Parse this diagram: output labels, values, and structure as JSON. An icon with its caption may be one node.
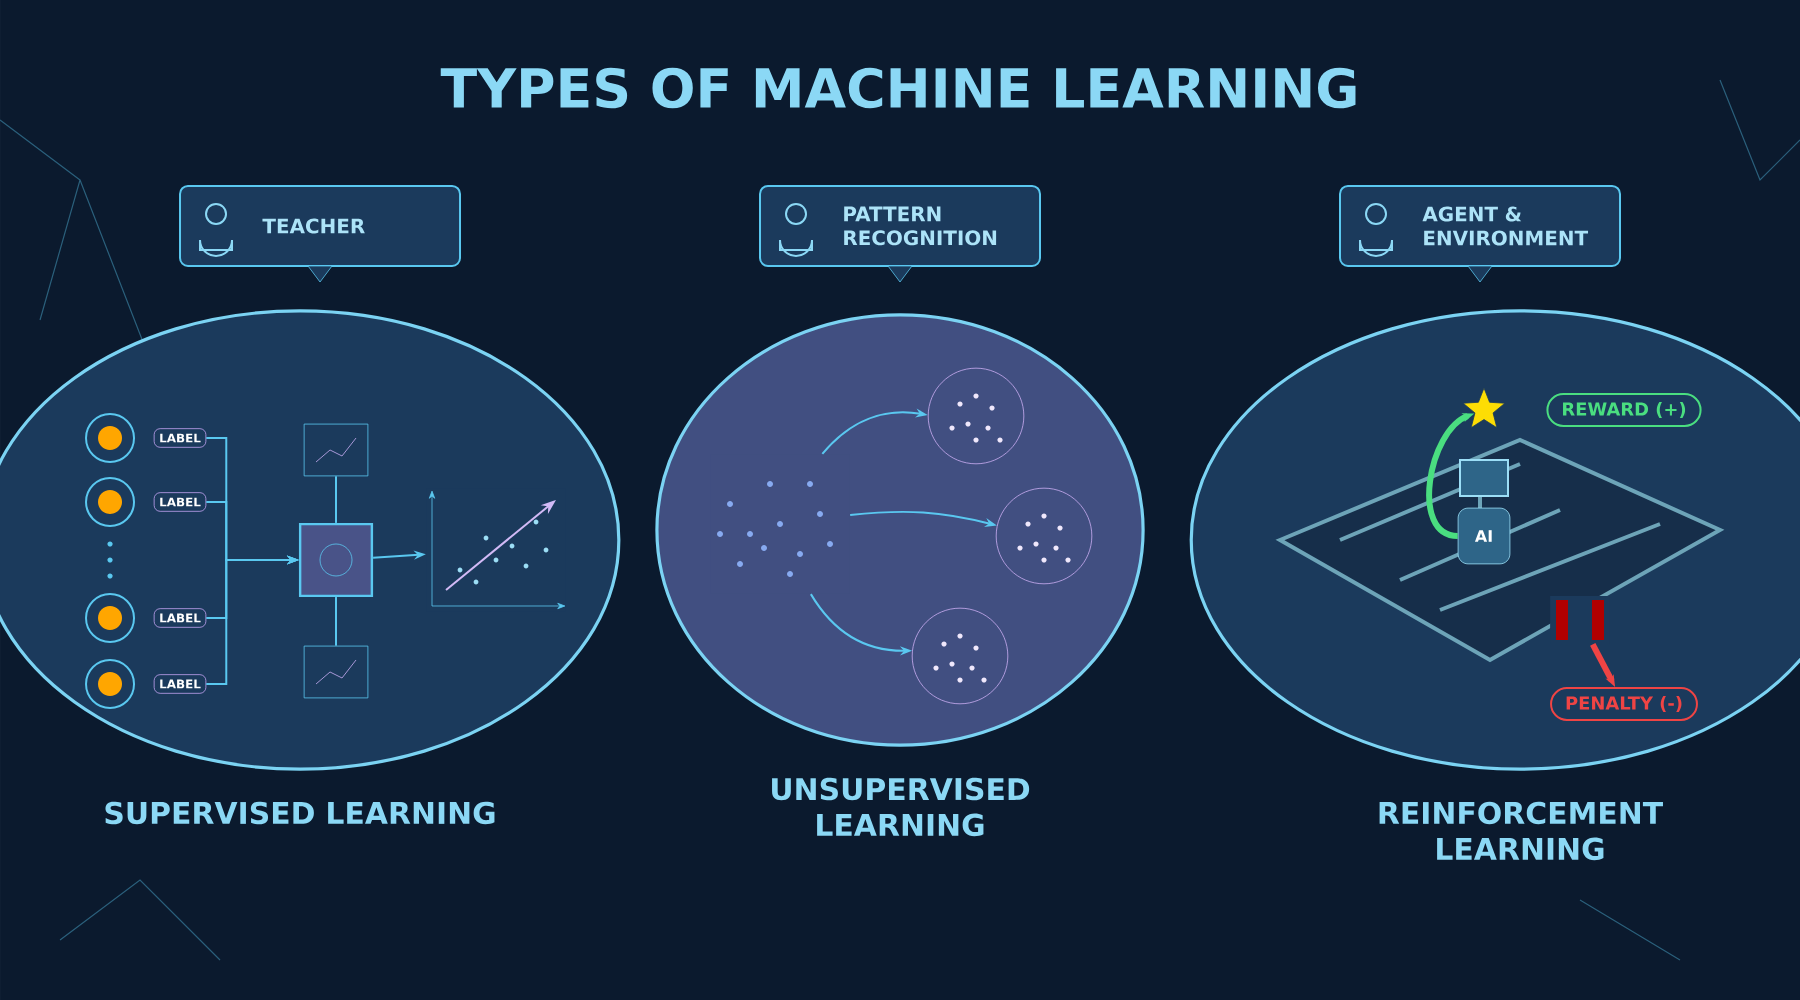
{
  "diagram": {
    "title": "TYPES OF MACHINE LEARNING",
    "nodes": [
      {
        "text": [
          "TEACHER"
        ]
      },
      {
        "text": [
          "PATTERN RECOGNITION"
        ]
      },
      {
        "text": [
          "AGENT & ENVIRONMENT"
        ]
      },
      {
        "text": [
          "SUPERVISED LEARNING"
        ]
      },
      {
        "text": [
          "UNSUPERVISED LEARNING"
        ]
      },
      {
        "text": [
          "REINFORCEMENT LEARNING"
        ]
      },
      {
        "text": [
          "LABEL"
        ],
        "in": 3
      },
      {
        "text": [
          "LABEL"
        ],
        "in": 3
      },
      {
        "text": [
          "LABEL"
        ],
        "in": 3
      },
      {
        "text": [
          "LABEL"
        ],
        "in": 3
      },
      {
        "text": [],
        "shape": "picture",
        "in": 3
      },
      {
        "text": [],
        "shape": "picture",
        "in": 3
      },
      {
        "text": [],
        "shape": "picture",
        "in": 3
      },
      {
        "text": [],
        "shape": "picture",
        "in": 3
      },
      {
        "text": [],
        "shape": "picture",
        "in": 4
      },
      {
        "text": [],
        "shape": "circle",
        "in": 4
      },
      {
        "text": [],
        "shape": "circle",
        "in": 4
      },
      {
        "text": [],
        "shape": "circle",
        "in": 4
      },
      {
        "text": [],
        "shape": "star",
        "in": 5
      },
      {
        "text": [
          "REWARD (+)"
        ],
        "in": 5
      },
      {
        "text": [
          "AI"
        ],
        "in": 5
      },
      {
        "text": [],
        "shape": "picture",
        "in": 5
      },
      {
        "text": [
          "PENALTY (-)"
        ],
        "in": 5
      }
    ],
    "edges": [
      {
        "from": 6,
        "to": 11,
        "arrow": "to"
      },
      {
        "from": 7,
        "to": 11,
        "arrow": "to"
      },
      {
        "from": 8,
        "to": 11,
        "arrow": "to"
      },
      {
        "from": 9,
        "to": 11,
        "arrow": "to"
      },
      {
        "from": 10,
        "to": 11,
        "arrow": "none"
      },
      {
        "from": 12,
        "to": 11,
        "arrow": "none"
      },
      {
        "from": 11,
        "to": 13,
        "arrow": "to"
      },
      {
        "from": 14,
        "to": 15,
        "arrow": "to"
      },
      {
        "from": 14,
        "to": 16,
        "arrow": "to"
      },
      {
        "from": 14,
        "to": 17,
        "arrow": "to"
      },
      {
        "from": 20,
        "to": 18,
        "arrow": "to",
        "style": "thick",
        "color": "#4ade80"
      },
      {
        "from": 21,
        "to": 22,
        "arrow": "to",
        "style": "thick",
        "color": "#ef4444"
      }
    ]
  }
}
